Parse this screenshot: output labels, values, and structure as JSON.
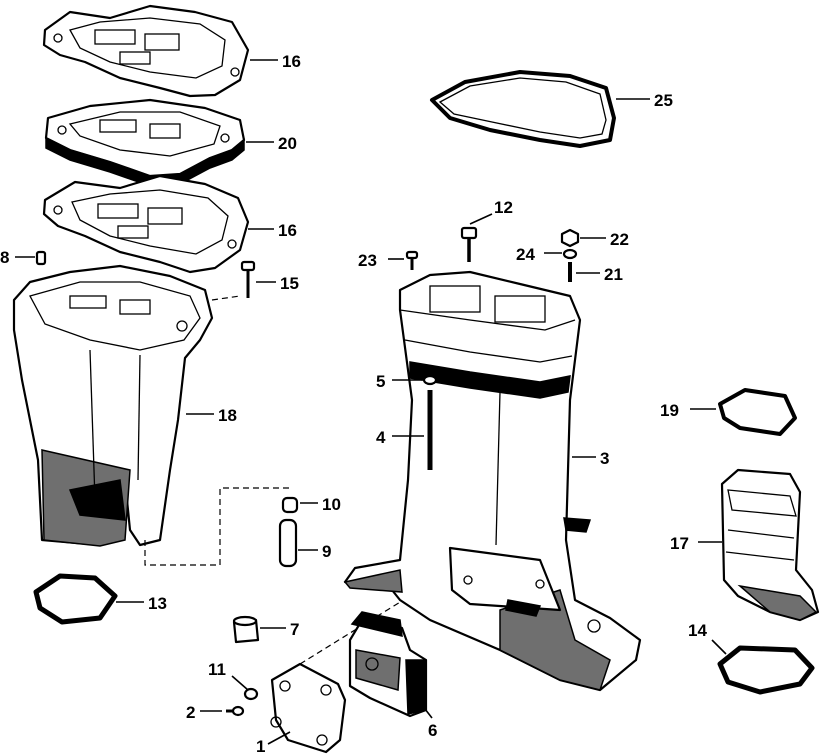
{
  "callouts": [
    "1",
    "2",
    "3",
    "4",
    "5",
    "6",
    "7",
    "8",
    "9",
    "10",
    "11",
    "12",
    "13",
    "14",
    "15",
    "16",
    "17",
    "18",
    "19",
    "20",
    "21",
    "22",
    "23",
    "24",
    "25"
  ],
  "colors": {
    "ink": "#000000",
    "paper": "#ffffff",
    "shade": "#6f6f6f"
  }
}
